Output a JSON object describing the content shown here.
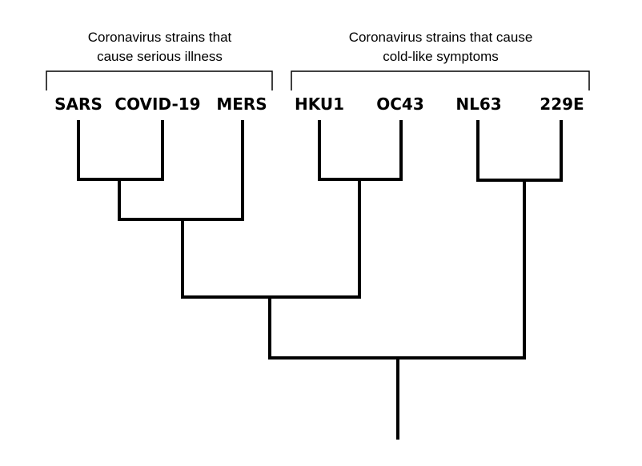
{
  "groups": {
    "serious": {
      "line1": "Coronavirus strains that",
      "line2": "cause serious illness"
    },
    "cold": {
      "line1": "Coronavirus strains that cause",
      "line2": "cold-like symptoms"
    }
  },
  "strains": {
    "sars": "SARS",
    "covid19": "COVID-19",
    "mers": "MERS",
    "hku1": "HKU1",
    "oc43": "OC43",
    "nl63": "NL63",
    "e229": "229E"
  }
}
